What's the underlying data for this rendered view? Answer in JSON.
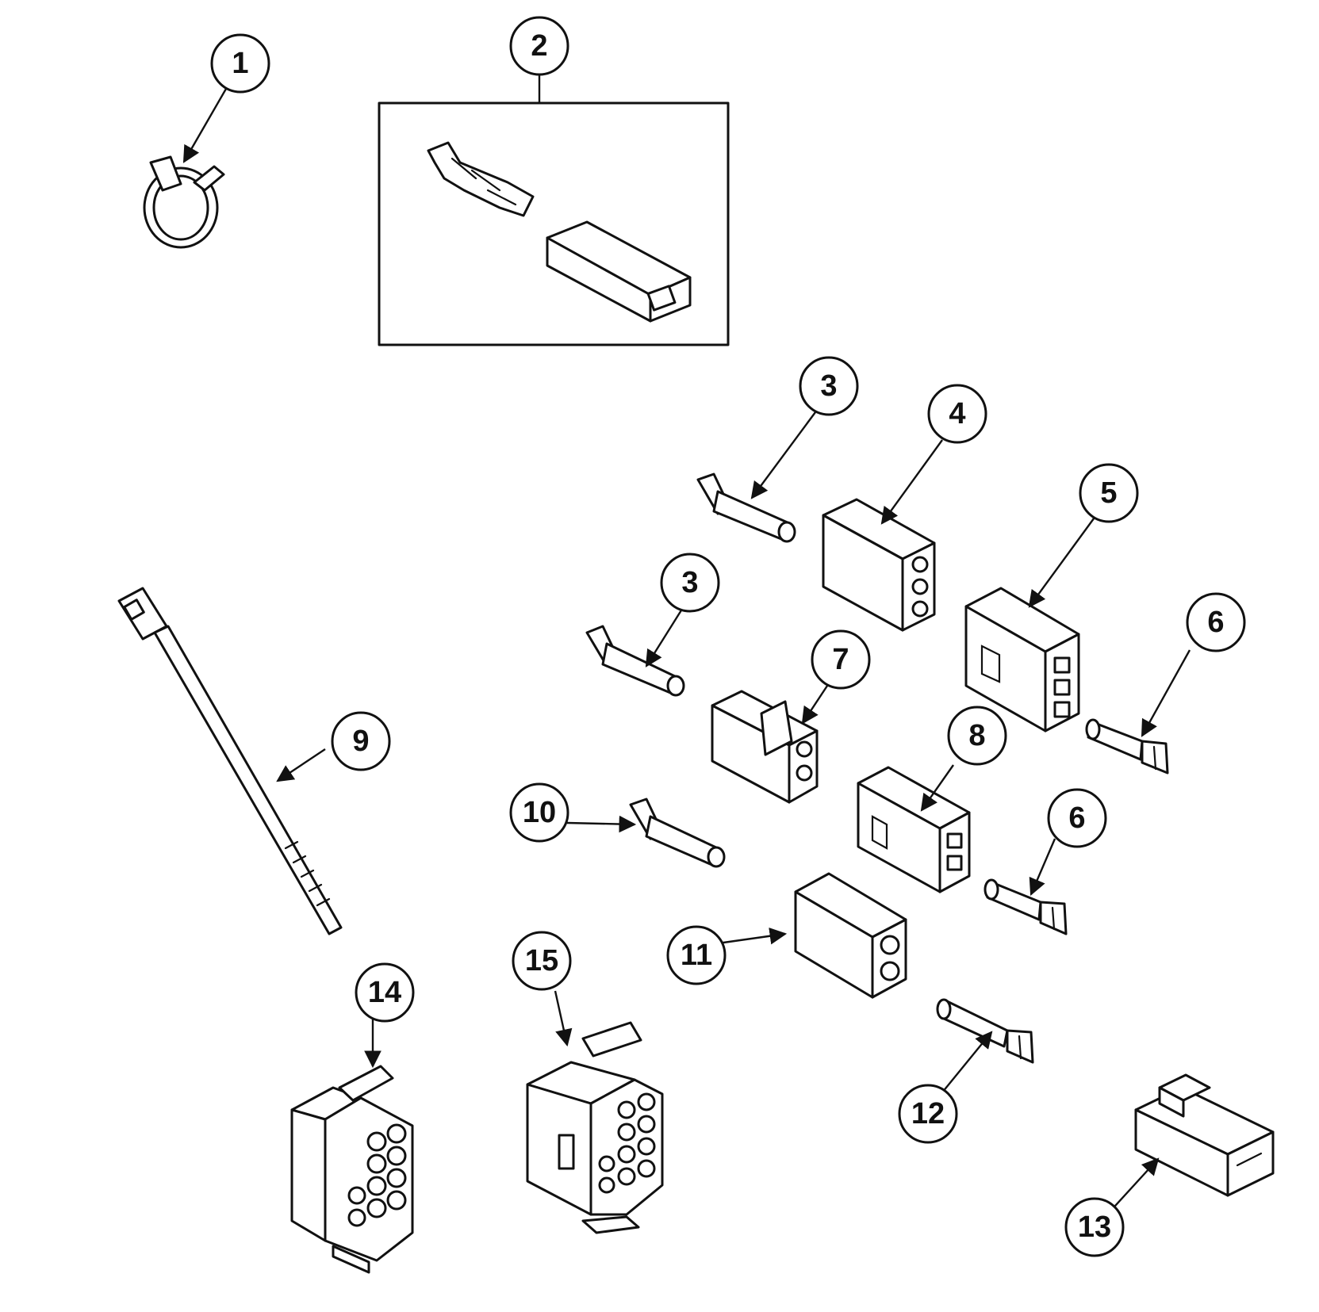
{
  "callouts": [
    {
      "id": "c1",
      "label": "1"
    },
    {
      "id": "c2",
      "label": "2"
    },
    {
      "id": "c3a",
      "label": "3"
    },
    {
      "id": "c3b",
      "label": "3"
    },
    {
      "id": "c4",
      "label": "4"
    },
    {
      "id": "c5",
      "label": "5"
    },
    {
      "id": "c6a",
      "label": "6"
    },
    {
      "id": "c6b",
      "label": "6"
    },
    {
      "id": "c7",
      "label": "7"
    },
    {
      "id": "c8",
      "label": "8"
    },
    {
      "id": "c9",
      "label": "9"
    },
    {
      "id": "c10",
      "label": "10"
    },
    {
      "id": "c11",
      "label": "11"
    },
    {
      "id": "c12",
      "label": "12"
    },
    {
      "id": "c13",
      "label": "13"
    },
    {
      "id": "c14",
      "label": "14"
    },
    {
      "id": "c15",
      "label": "15"
    }
  ]
}
